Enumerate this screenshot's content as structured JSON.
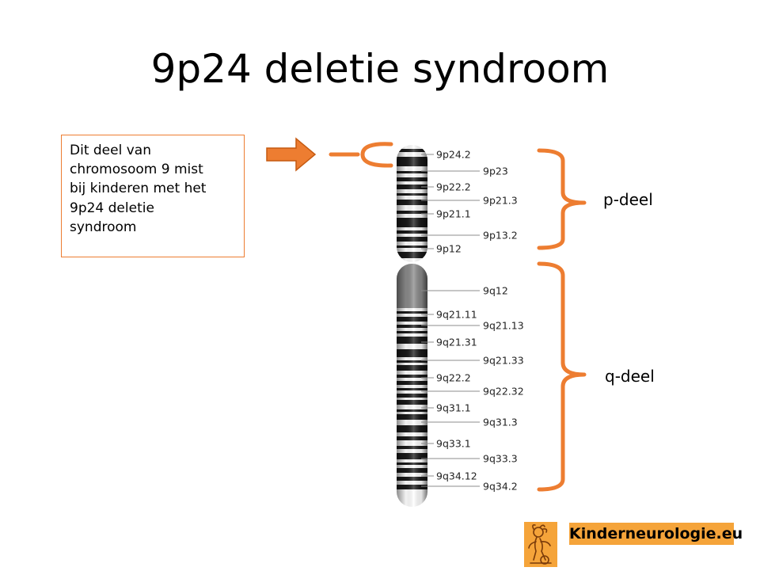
{
  "title": "9p24 deletie syndroom",
  "note": {
    "lines": [
      "Dit deel van",
      "chromosoom 9 mist",
      "bij kinderen met het",
      "9p24 deletie",
      "syndroom"
    ]
  },
  "chromosome": {
    "p_arm_label": "p-deel",
    "q_arm_label": "q-deel",
    "left_bands": [
      {
        "name": "9p24.2"
      },
      {
        "name": "9p22.2"
      },
      {
        "name": "9p21.1"
      },
      {
        "name": "9p12"
      },
      {
        "name": "9q21.11"
      },
      {
        "name": "9q21.31"
      },
      {
        "name": "9q22.2"
      },
      {
        "name": "9q31.1"
      },
      {
        "name": "9q33.1"
      },
      {
        "name": "9q34.12"
      }
    ],
    "right_bands": [
      {
        "name": "9p23"
      },
      {
        "name": "9p21.3"
      },
      {
        "name": "9p13.2"
      },
      {
        "name": "9q12"
      },
      {
        "name": "9q21.13"
      },
      {
        "name": "9q21.33"
      },
      {
        "name": "9q22.32"
      },
      {
        "name": "9q31.3"
      },
      {
        "name": "9q33.3"
      },
      {
        "name": "9q34.2"
      }
    ]
  },
  "logo": {
    "text": "Kinderneurologie.eu",
    "icon": "child-figure-icon"
  },
  "colors": {
    "accent": "#ED7D31",
    "logo_bg": "#F5A43A"
  }
}
